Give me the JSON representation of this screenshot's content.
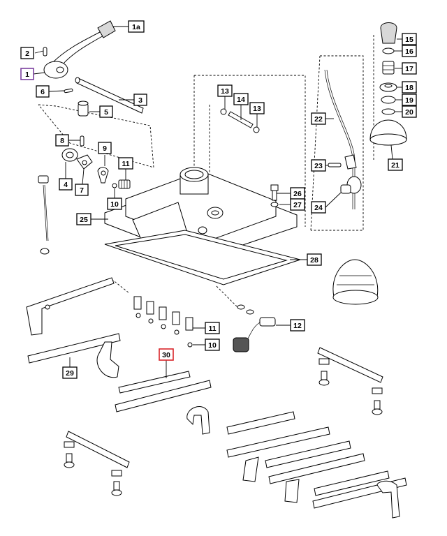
{
  "callouts": [
    {
      "id": "c1a",
      "label": "1a"
    },
    {
      "id": "c2",
      "label": "2"
    },
    {
      "id": "c1",
      "label": "1",
      "highlight": "#7b3f9e"
    },
    {
      "id": "c6",
      "label": "6"
    },
    {
      "id": "c3",
      "label": "3"
    },
    {
      "id": "c5",
      "label": "5"
    },
    {
      "id": "c8",
      "label": "8"
    },
    {
      "id": "c9",
      "label": "9"
    },
    {
      "id": "c11a",
      "label": "11"
    },
    {
      "id": "c4",
      "label": "4"
    },
    {
      "id": "c7",
      "label": "7"
    },
    {
      "id": "c10a",
      "label": "10"
    },
    {
      "id": "c25",
      "label": "25"
    },
    {
      "id": "c13a",
      "label": "13"
    },
    {
      "id": "c14",
      "label": "14"
    },
    {
      "id": "c13b",
      "label": "13"
    },
    {
      "id": "c26",
      "label": "26"
    },
    {
      "id": "c27",
      "label": "27"
    },
    {
      "id": "c15",
      "label": "15"
    },
    {
      "id": "c16",
      "label": "16"
    },
    {
      "id": "c17",
      "label": "17"
    },
    {
      "id": "c18",
      "label": "18"
    },
    {
      "id": "c19",
      "label": "19"
    },
    {
      "id": "c20",
      "label": "20"
    },
    {
      "id": "c21",
      "label": "21"
    },
    {
      "id": "c22",
      "label": "22"
    },
    {
      "id": "c23",
      "label": "23"
    },
    {
      "id": "c24",
      "label": "24"
    },
    {
      "id": "c28",
      "label": "28"
    },
    {
      "id": "c12",
      "label": "12"
    },
    {
      "id": "c11b",
      "label": "11"
    },
    {
      "id": "c10b",
      "label": "10"
    },
    {
      "id": "c30",
      "label": "30",
      "highlight": "#d9252a"
    },
    {
      "id": "c29",
      "label": "29"
    }
  ],
  "colors": {
    "line": "#000000",
    "highlight_purple": "#7b3f9e",
    "highlight_red": "#d9252a",
    "part_fill_grey": "#d8d8d8",
    "background": "#ffffff"
  }
}
